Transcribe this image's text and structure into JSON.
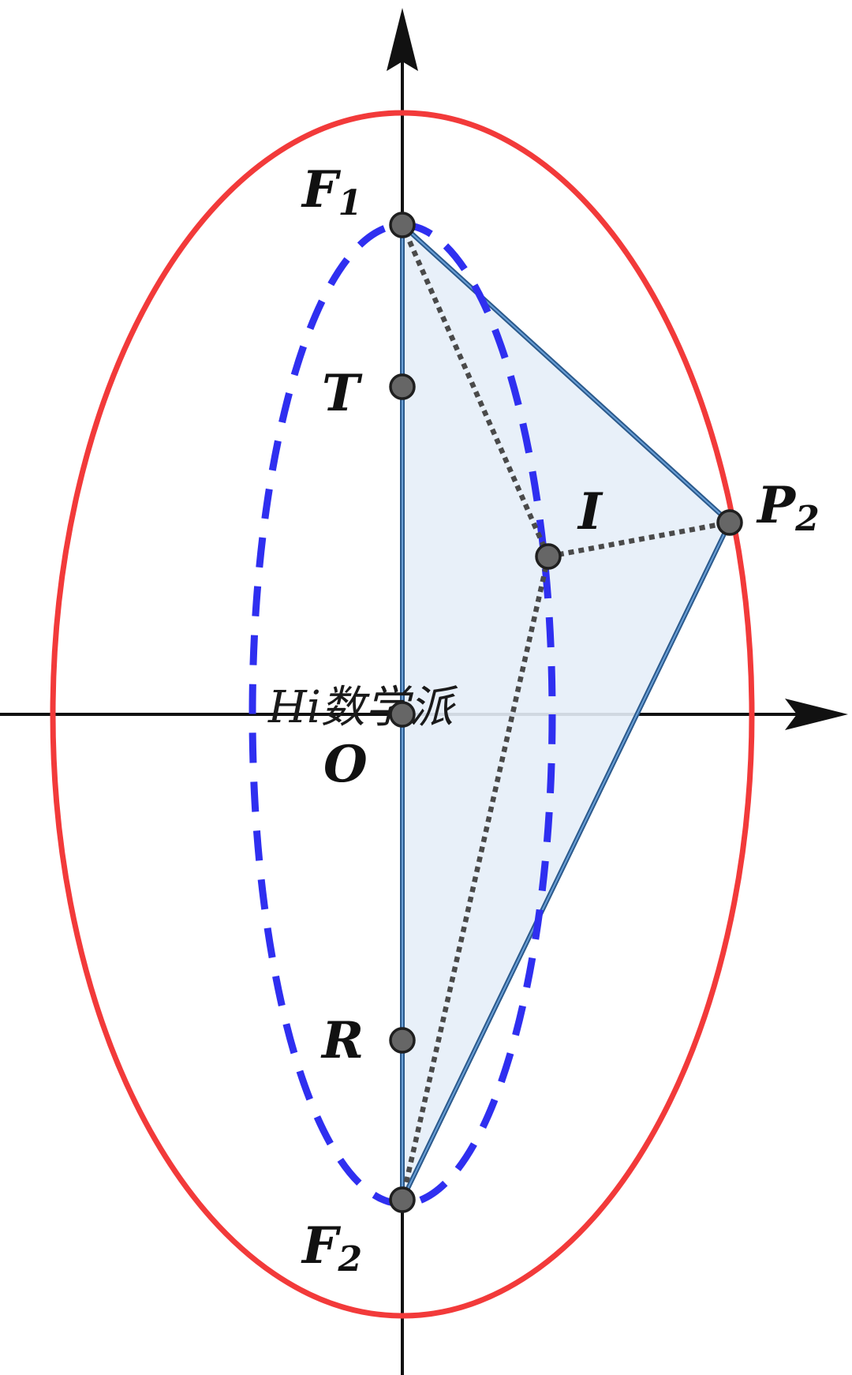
{
  "colors": {
    "outer_ellipse": "#f23a3a",
    "inner_ellipse": "#2f2ff0",
    "triangle_fill": "#e6eef8",
    "triangle_edge": "#2c5a8c",
    "dotted": "#4a4a4a",
    "point_fill": "#666666",
    "axis": "#111111"
  },
  "labels": {
    "F1": {
      "main": "F",
      "sub": "1"
    },
    "F2": {
      "main": "F",
      "sub": "2"
    },
    "P2": {
      "main": "P",
      "sub": "2"
    },
    "T": "T",
    "I": "I",
    "O": "O",
    "R": "R"
  },
  "watermark": "Hi数学派"
}
